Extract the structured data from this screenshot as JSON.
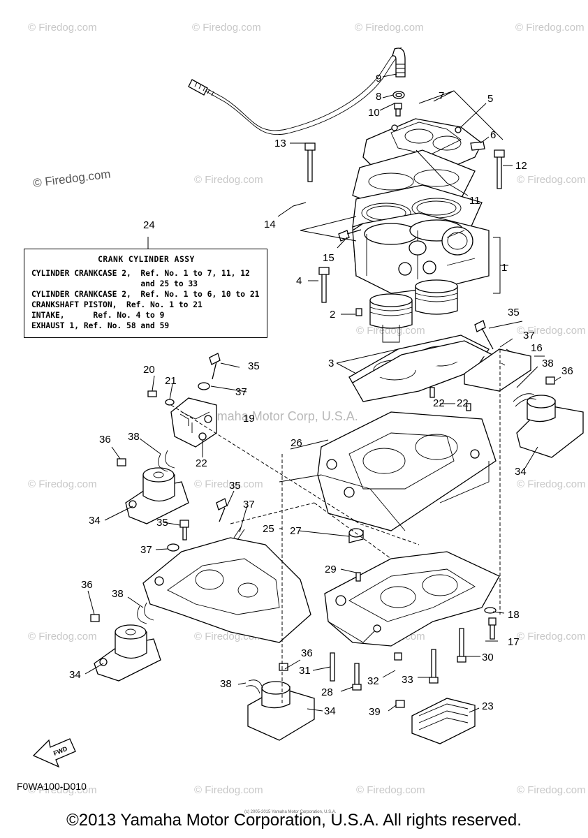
{
  "watermark": "© Firedog.com",
  "watermark_prominent": "© Firedog.com",
  "overlay_watermark": "Yamaha Motor Corp, U.S.A.",
  "fwd_label": "FWD",
  "diagram_code": "F0WA100-D010",
  "copyright": "©2013 Yamaha Motor Corporation, U.S.A. All rights reserved.",
  "fine_print": "(c) 2005-2015 Yamaha Motor Corporation, U.S.A.",
  "callouts": [
    "1",
    "2",
    "3",
    "4",
    "5",
    "6",
    "7",
    "8",
    "9",
    "10",
    "11",
    "12",
    "13",
    "14",
    "15",
    "16",
    "17",
    "18",
    "19",
    "20",
    "21",
    "22",
    "22",
    "22",
    "23",
    "24",
    "25",
    "26",
    "27",
    "28",
    "29",
    "30",
    "31",
    "32",
    "33",
    "34",
    "34",
    "34",
    "34",
    "35",
    "35",
    "35",
    "35",
    "36",
    "36",
    "36",
    "36",
    "37",
    "37",
    "37",
    "37",
    "38",
    "38",
    "38",
    "38",
    "39"
  ],
  "reference_box": {
    "title": "CRANK CYLINDER ASSY",
    "rows": [
      "CYLINDER CRANKCASE 2,  Ref. No. 1 to 7, 11, 12",
      "                       and 25 to 33",
      "CYLINDER CRANKCASE 2,  Ref. No. 1 to 6, 10 to 21",
      "CRANKSHAFT PISTON,  Ref. No. 1 to 21",
      "INTAKE,      Ref. No. 4 to 9",
      "EXHAUST 1, Ref. No. 58 and 59"
    ]
  }
}
